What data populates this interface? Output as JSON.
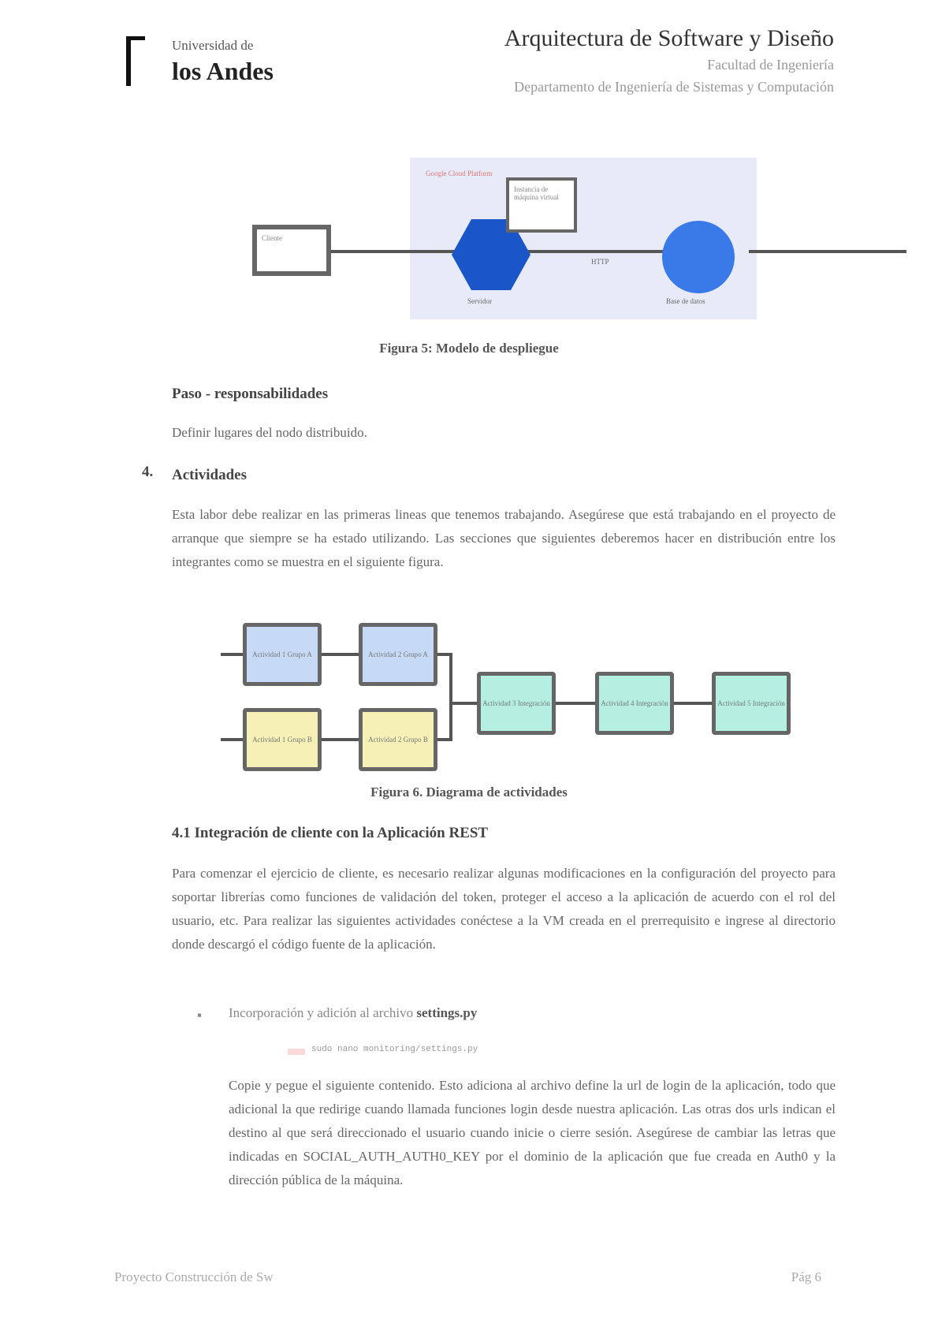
{
  "header": {
    "logo_line1": "Universidad de",
    "logo_line2": "los Andes",
    "course": "Arquitectura de Software y Diseño",
    "faculty": "Facultad de Ingeniería",
    "department": "Departamento de Ingeniería de Sistemas y Computación"
  },
  "figure5": {
    "region_label": "Google Cloud Platform",
    "client_label": "Cliente",
    "note_text": "Instancia de máquina virtual",
    "server_label": "Servidor",
    "connection_label": "HTTP",
    "db_label": "Base de datos",
    "caption": "Figura 5: Modelo de despliegue"
  },
  "section_step": {
    "title": "Paso - responsabilidades",
    "text": "Definir lugares del nodo distribuido."
  },
  "section4": {
    "number": "4.",
    "title": "Actividades",
    "paragraph": "Esta labor debe realizar en las primeras lineas que tenemos trabajando. Asegúrese que está trabajando en el proyecto de arranque que siempre se ha estado utilizando. Las secciones que siguientes deberemos hacer en distribución entre los integrantes como se muestra en el siguiente figura."
  },
  "figure6": {
    "boxes_blue": [
      "Actividad 1 Grupo A",
      "Actividad 2 Grupo A"
    ],
    "boxes_yellow": [
      "Actividad 1 Grupo B",
      "Actividad 2 Grupo B"
    ],
    "boxes_teal": [
      "Actividad 3 Integración",
      "Actividad 4 Integración",
      "Actividad 5 Integración"
    ],
    "caption": "Figura 6. Diagrama de actividades"
  },
  "section41": {
    "title": "4.1 Integración de cliente con la Aplicación REST",
    "paragraph": "Para comenzar el ejercicio de cliente, es necesario realizar algunas modificaciones en la configuración del proyecto para soportar librerías como funciones de validación del token, proteger el acceso a la aplicación de acuerdo con el rol del usuario, etc. Para realizar las siguientes actividades conéctese a la VM creada en el prerrequisito e ingrese al directorio donde descargó el código fuente de la aplicación.",
    "bullet_text": "Incorporación y adición al archivo ",
    "bullet_file": "settings.py",
    "code_line": "sudo nano monitoring/settings.py",
    "paragraph2": "Copie y pegue el siguiente contenido. Esto adiciona al archivo define la url de login de la aplicación, todo que adicional la que redirige cuando llamada funciones login desde nuestra aplicación. Las otras dos urls indican el destino al que será direccionado el usuario cuando inicie o cierre sesión. Asegúrese de cambiar las letras que indicadas en SOCIAL_AUTH_AUTH0_KEY por el dominio de la aplicación que fue creada en Auth0 y la dirección pública de la máquina."
  },
  "footer": {
    "left": "Proyecto Construcción de Sw",
    "right": "Pág 6"
  }
}
